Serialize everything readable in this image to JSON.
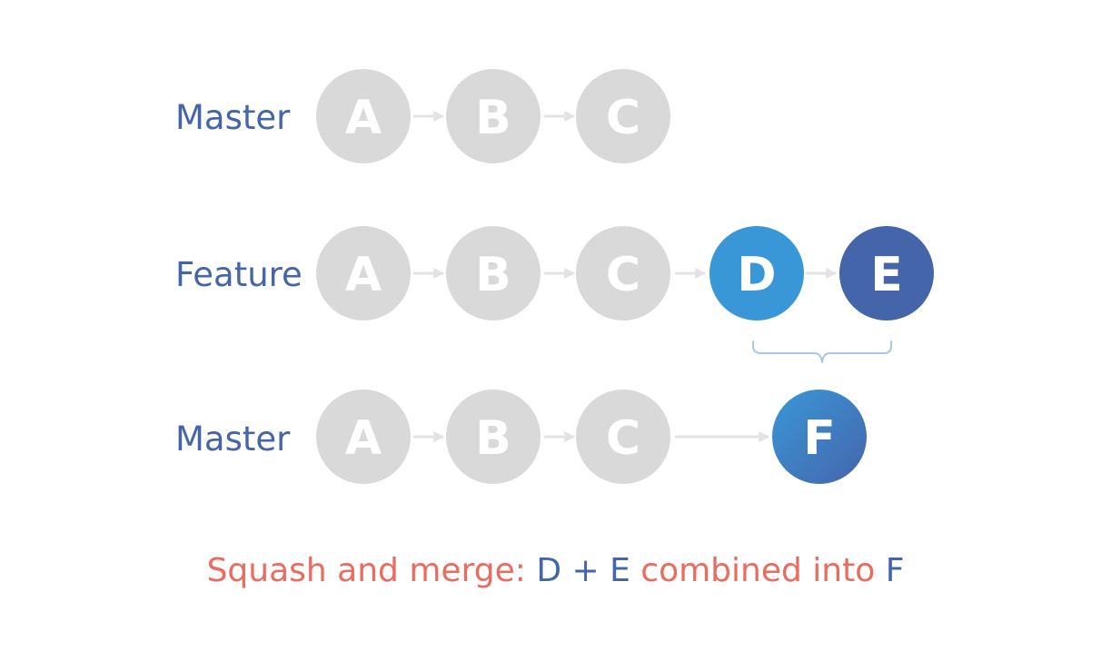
{
  "rows": [
    {
      "label": "Master",
      "nodes": [
        {
          "text": "A",
          "fill": "#d9d9d9"
        },
        {
          "text": "B",
          "fill": "#d9d9d9"
        },
        {
          "text": "C",
          "fill": "#d9d9d9"
        }
      ]
    },
    {
      "label": "Feature",
      "nodes": [
        {
          "text": "A",
          "fill": "#d9d9d9"
        },
        {
          "text": "B",
          "fill": "#d9d9d9"
        },
        {
          "text": "C",
          "fill": "#d9d9d9"
        },
        {
          "text": "D",
          "fill": "#3a97d7"
        },
        {
          "text": "E",
          "fill": "#4565ab"
        }
      ]
    },
    {
      "label": "Master",
      "nodes": [
        {
          "text": "A",
          "fill": "#d9d9d9"
        },
        {
          "text": "B",
          "fill": "#d9d9d9"
        },
        {
          "text": "C",
          "fill": "#d9d9d9"
        },
        {
          "text": "F",
          "fill": "url(#f-gradient)"
        }
      ]
    }
  ],
  "colors": {
    "label": "#4565ab",
    "arrow": "#e3e3e3",
    "brace": "#a8c8e3",
    "caption_plain": "#ec6b5f",
    "caption_highlight": "#4565ab",
    "f_gradient_start": "#3a97d7",
    "f_gradient_end": "#4565ab"
  },
  "caption": {
    "part1": "Squash and merge: ",
    "part2": "D + E",
    "part3": " combined into ",
    "part4": "F"
  }
}
